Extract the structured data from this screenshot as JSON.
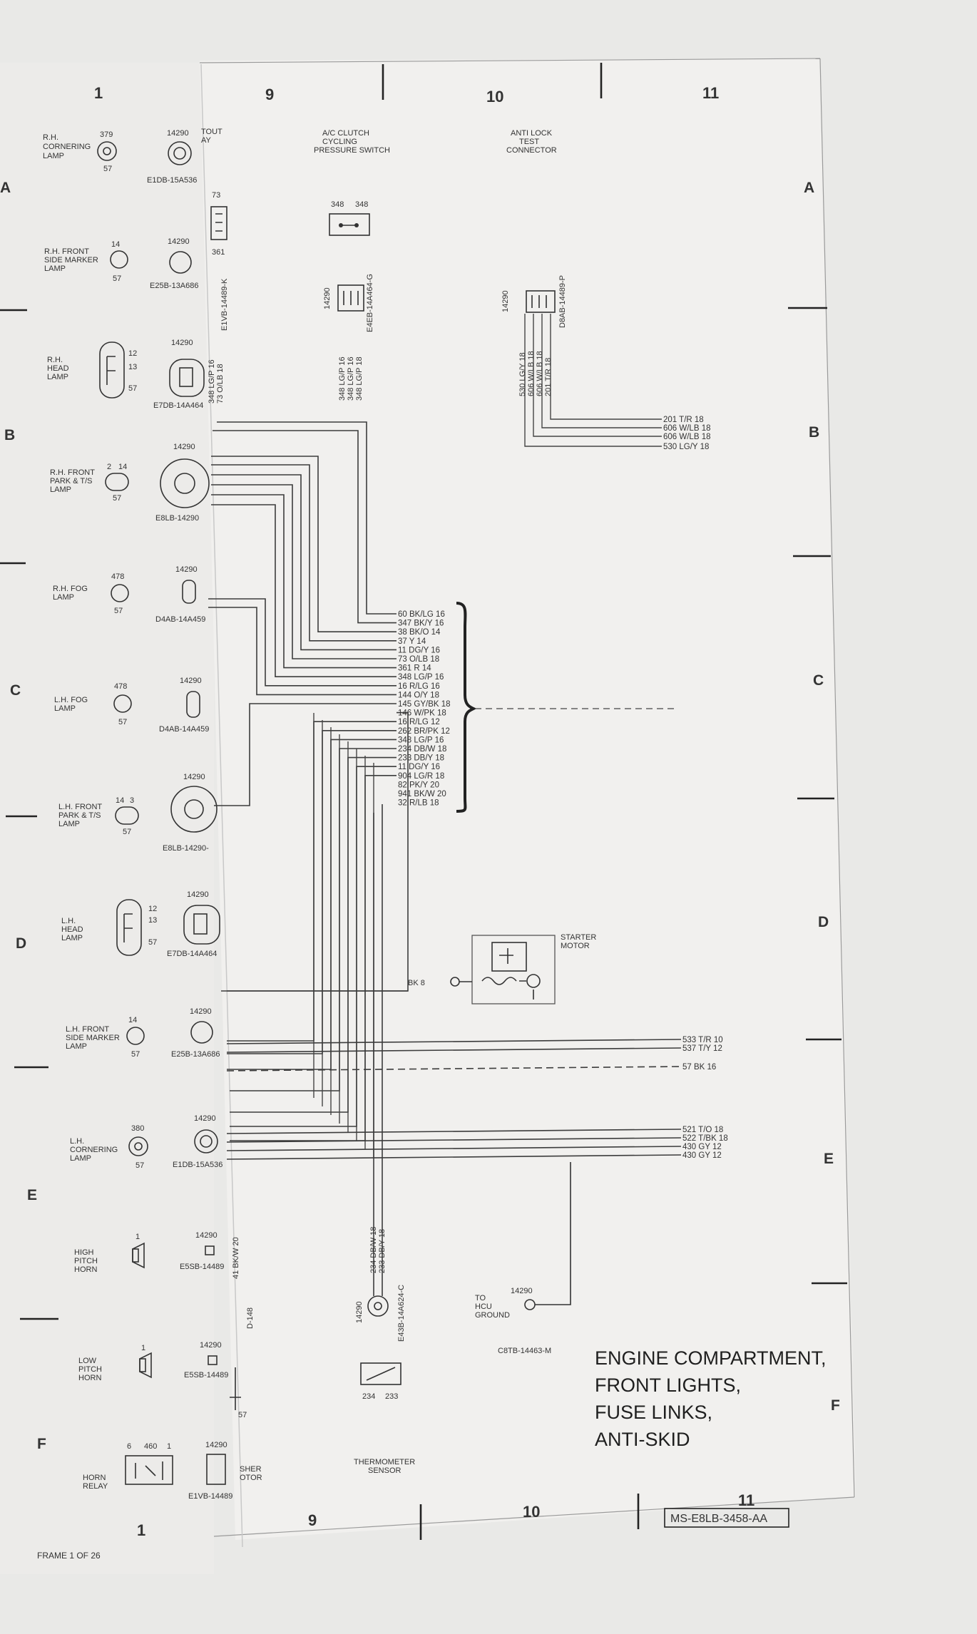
{
  "columns": {
    "c1": "1",
    "c9": "9",
    "c10": "10",
    "c11": "11"
  },
  "rows": {
    "a": "A",
    "b": "B",
    "c": "C",
    "d": "D",
    "e": "E",
    "f": "F"
  },
  "title_block": {
    "line1": "ENGINE COMPARTMENT,",
    "line2": "FRONT LIGHTS,",
    "line3": "FUSE LINKS,",
    "line4": "ANTI-SKID"
  },
  "doc_number": "MS-E8LB-3458-AA",
  "frame_note": "FRAME  1 OF 26",
  "top_captions": {
    "ac_clutch": [
      "A/C CLUTCH",
      "CYCLING",
      "PRESSURE SWITCH"
    ],
    "anti_lock": [
      "ANTI LOCK",
      "TEST",
      "CONNECTOR"
    ],
    "cutout": [
      "TOUT",
      "AY"
    ]
  },
  "components": {
    "rh_cornering": {
      "label": [
        "R.H.",
        "CORNERING",
        "LAMP"
      ],
      "circuit": "379",
      "ground": "57",
      "connector": "14290",
      "part": "E1DB-15A536"
    },
    "rh_side_marker": {
      "label": [
        "R.H. FRONT",
        "SIDE MARKER",
        "LAMP"
      ],
      "circuit": "14",
      "ground": "57",
      "connector": "14290",
      "part": "E25B-13A686"
    },
    "rh_head": {
      "label": [
        "R.H.",
        "HEAD",
        "LAMP"
      ],
      "pins": [
        "12",
        "13",
        "57"
      ],
      "connector": "14290",
      "part": "E7DB-14A464"
    },
    "rh_park": {
      "label": [
        "R.H. FRONT",
        "PARK & T/S",
        "LAMP"
      ],
      "pins": [
        "2",
        "14",
        "57"
      ],
      "connector": "14290",
      "part": "E8LB-14290"
    },
    "rh_fog": {
      "label": [
        "R.H. FOG",
        "LAMP"
      ],
      "circuit": "478",
      "ground": "57",
      "connector": "14290",
      "part": "D4AB-14A459"
    },
    "lh_fog": {
      "label": [
        "L.H. FOG",
        "LAMP"
      ],
      "circuit": "478",
      "ground": "57",
      "connector": "14290",
      "part": "D4AB-14A459"
    },
    "lh_park": {
      "label": [
        "L.H. FRONT",
        "PARK & T/S",
        "LAMP"
      ],
      "pins": [
        "14",
        "3",
        "57"
      ],
      "connector": "14290",
      "part": "E8LB-14290-"
    },
    "lh_head": {
      "label": [
        "L.H.",
        "HEAD",
        "LAMP"
      ],
      "pins": [
        "12",
        "13",
        "57"
      ],
      "connector": "14290",
      "part": "E7DB-14A464"
    },
    "lh_side_marker": {
      "label": [
        "L.H. FRONT",
        "SIDE MARKER",
        "LAMP"
      ],
      "circuit": "14",
      "ground": "57",
      "connector": "14290",
      "part": "E25B-13A686"
    },
    "lh_cornering": {
      "label": [
        "L.H.",
        "CORNERING",
        "LAMP"
      ],
      "circuit": "380",
      "ground": "57",
      "connector": "14290",
      "part": "E1DB-15A536"
    },
    "high_horn": {
      "label": [
        "HIGH",
        "PITCH",
        "HORN"
      ],
      "pin": "1",
      "connector": "14290",
      "part": "E5SB-14489"
    },
    "low_horn": {
      "label": [
        "LOW",
        "PITCH",
        "HORN"
      ],
      "pin": "1",
      "connector": "14290",
      "part": "E5SB-14489",
      "ground": "57"
    },
    "horn_relay": {
      "label": [
        "HORN",
        "RELAY"
      ],
      "pins": [
        "6",
        "460",
        "1"
      ],
      "connector": "14290",
      "part": "E1VB-14489"
    },
    "washer_motor": {
      "label": [
        "SHER",
        "OTOR"
      ]
    },
    "cutout_relay": {
      "pins": [
        "73",
        "361"
      ],
      "part": "E1VB-14489-K",
      "wires": [
        "348 LG/P 16",
        "73 O/LB 18"
      ]
    },
    "ac_switch": {
      "pins": [
        "348",
        "348"
      ],
      "connector": "14290",
      "part": "E4EB-14A464-G",
      "wires": [
        "348 LG/P 16",
        "348 LG/P 16",
        "348 LG/P 18"
      ]
    },
    "anti_lock_conn": {
      "connector": "14290",
      "part": "D8AB-14489-P",
      "wires": [
        "530 LG/Y 18",
        "606 W/LB 18",
        "606 W/LB 18",
        "201 T/R 18"
      ]
    },
    "starter": {
      "label": [
        "STARTER",
        "MOTOR"
      ],
      "wire": "BK 8"
    },
    "hcu_ground": {
      "label": [
        "TO",
        "HCU",
        "GROUND"
      ],
      "connector": "14290",
      "part": "C8TB-14463-M"
    },
    "thermometer": {
      "label": [
        "THERMOMETER",
        "SENSOR"
      ],
      "connector": "14290",
      "part": "E43B-14A624-C",
      "pins": [
        "234",
        "233"
      ],
      "wires": [
        "234 DB/W 18",
        "233 DB/Y 18"
      ]
    },
    "d148": {
      "label": "D-148",
      "wire": "41 BK/W 20"
    }
  },
  "anti_lock_outputs": [
    "201 T/R 18",
    "606 W/LB 18",
    "606 W/LB 18",
    "530 LG/Y 18"
  ],
  "bus_wires": [
    "60 BK/LG 16",
    "347 BK/Y 16",
    "38 BK/O 14",
    "37 Y 14",
    "11 DG/Y 16",
    "73 O/LB 18",
    "361 R 14",
    "348 LG/P 16",
    "16 R/LG 16",
    "144 O/Y 18",
    "145 GY/BK 18",
    "146 W/PK 18",
    "16 R/LG 12",
    "262 BR/PK 12",
    "348 LG/P 16",
    "234 DB/W 18",
    "233 DB/Y 18",
    "11 DG/Y 16",
    "904 LG/R 18",
    "82 PK/Y 20",
    "941 BK/W 20",
    "32 R/LB 18"
  ],
  "right_outputs_1": [
    "533 T/R 10",
    "537 T/Y 12",
    "57 BK 16"
  ],
  "right_outputs_2": [
    "521 T/O 18",
    "522 T/BK 18",
    "430 GY 12",
    "430 GY 12"
  ]
}
